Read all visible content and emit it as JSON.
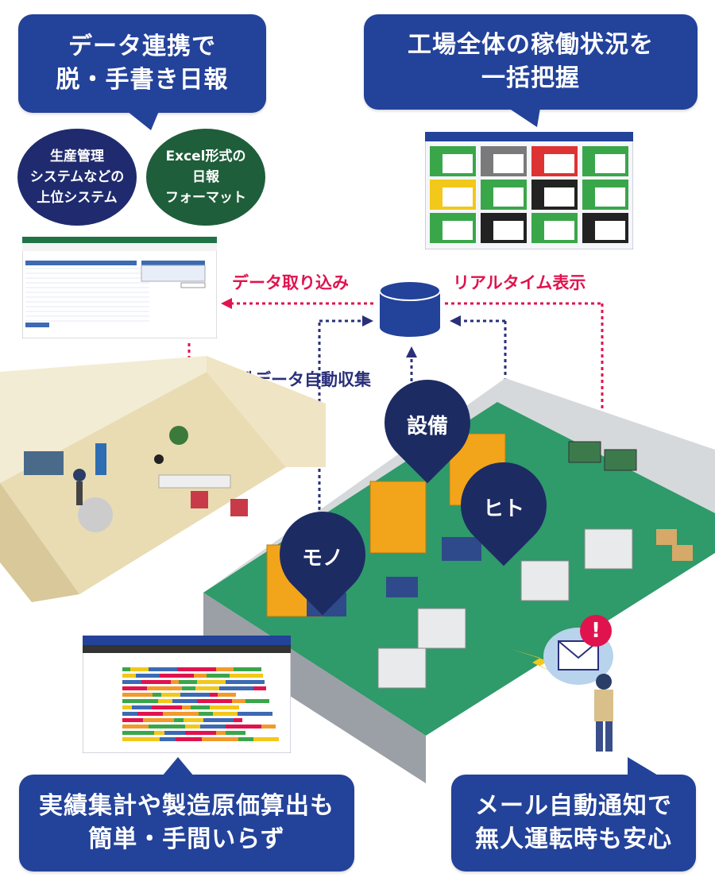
{
  "callouts": {
    "top_left": [
      "データ連携で",
      "脱・手書き日報"
    ],
    "top_right": [
      "工場全体の稼働状況を",
      "一括把握"
    ],
    "bottom_left": [
      "実績集計や製造原価算出も",
      "簡単・手間いらず"
    ],
    "bottom_right": [
      "メール自動通知で",
      "無人運転時も安心"
    ]
  },
  "bubbles": {
    "upper_system": [
      "生産管理",
      "システムなどの",
      "上位システム"
    ],
    "excel_format": [
      "Excel形式の",
      "日報",
      "フォーマット"
    ]
  },
  "flows": {
    "data_import": "データ取り込み",
    "realtime_display": "リアルタイム表示",
    "auto_collect": "稼働データ自動収集"
  },
  "pins": {
    "equipment": "設備",
    "people": "ヒト",
    "things": "モノ"
  },
  "colors": {
    "callout": "#23429a",
    "bubble_navy": "#1f2b6e",
    "bubble_green": "#1f5e3a",
    "red": "#e0134e",
    "navy_arrow": "#2a2f7a",
    "floor_green": "#2f9a6a",
    "office_floor": "#d8c89a",
    "machine_orange": "#f2a51a"
  },
  "icons": {
    "database": "database-icon",
    "mail": "mail-icon",
    "alert": "alert-icon"
  }
}
